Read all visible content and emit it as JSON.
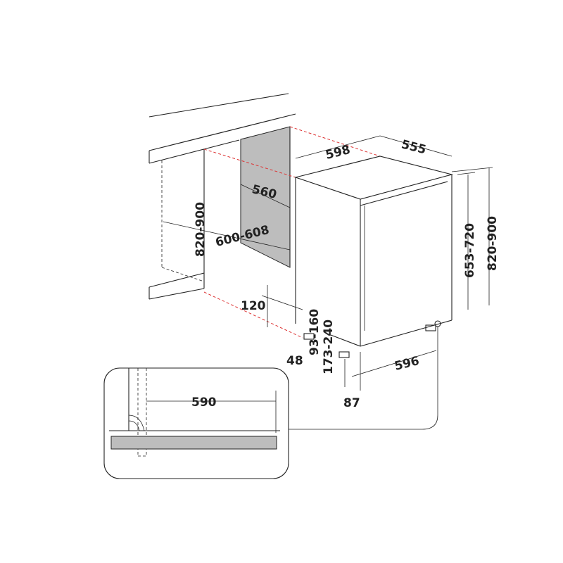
{
  "diagram": {
    "dimensions_mm": {
      "appliance_width": "598",
      "appliance_depth": "555",
      "niche_depth": "560",
      "niche_width": "600-608",
      "niche_height": "820-900",
      "appliance_height_range": "653-720",
      "total_height_range": "820-900",
      "plinth_height": "120",
      "leg_a": "93-160",
      "leg_b": "173-240",
      "side_offset": "48",
      "front_offset": "87",
      "base_width": "596",
      "door_clearance": "590"
    },
    "colors": {
      "line": "#222222",
      "cabinet_side": "#bdbdbd",
      "hidden_edge": "#d33333"
    }
  }
}
